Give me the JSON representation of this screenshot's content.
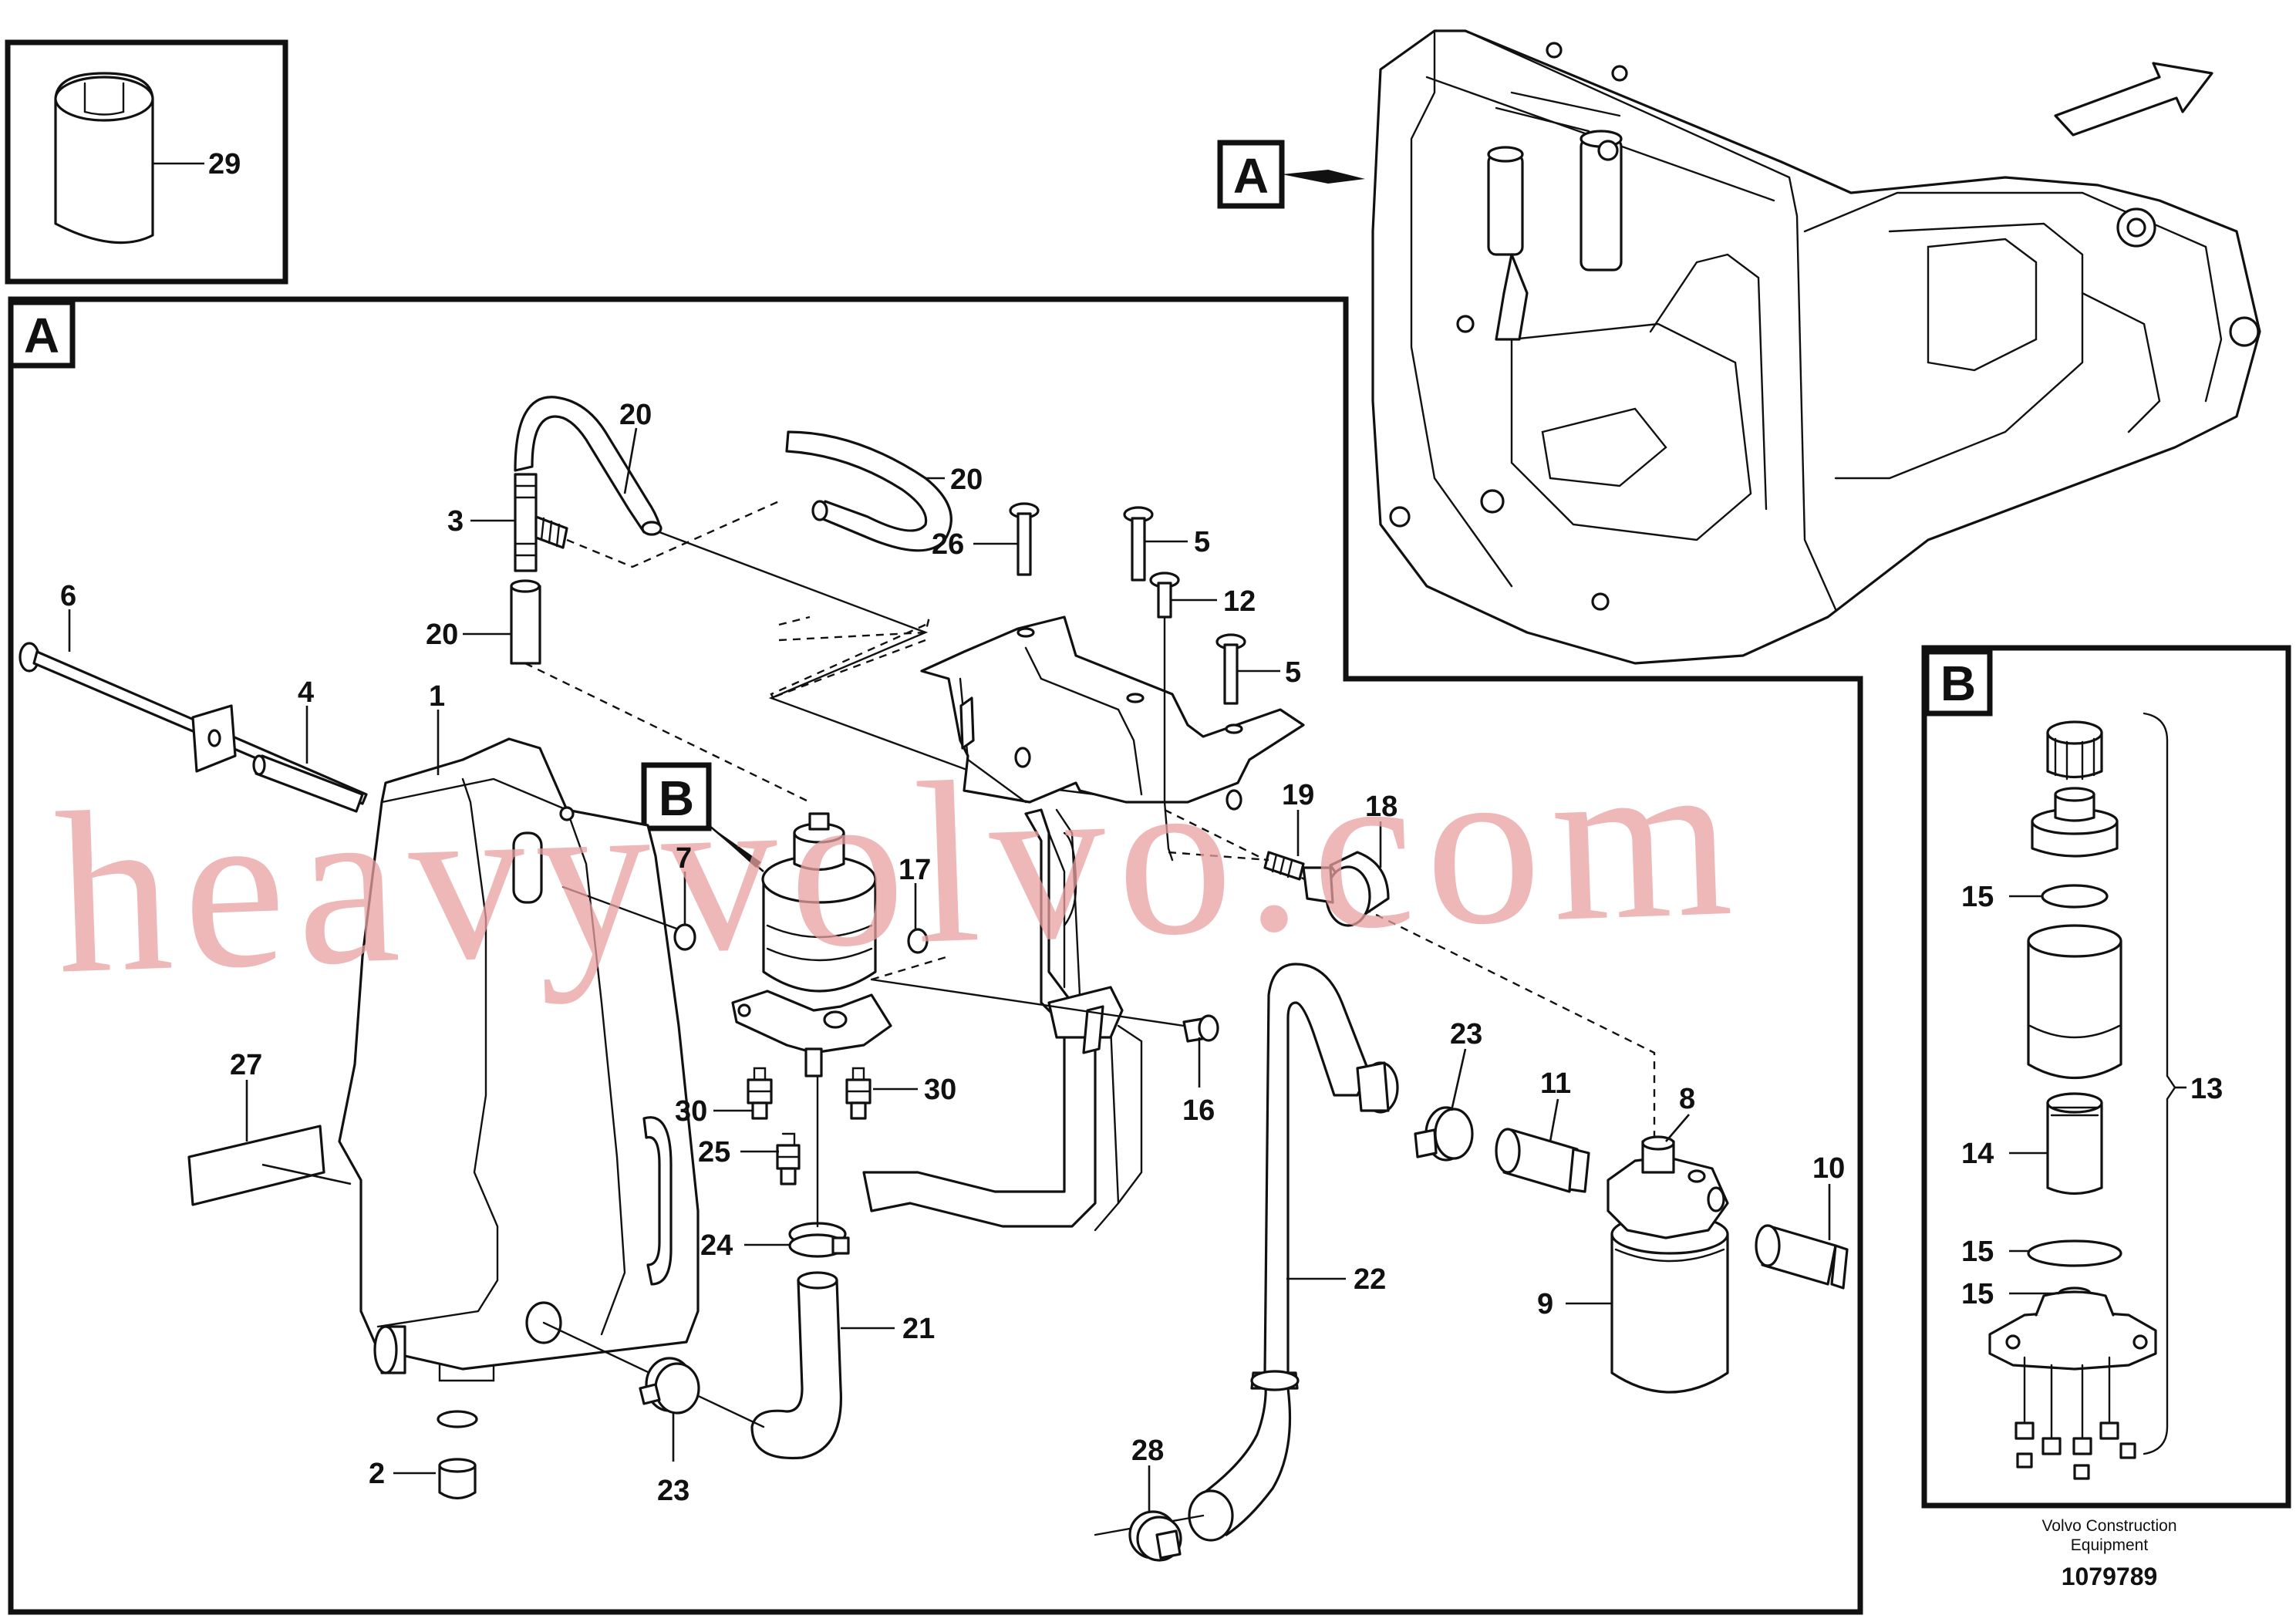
{
  "view_labels": {
    "a_top": "A",
    "a_main": "A",
    "b_main": "B",
    "b_detail": "B"
  },
  "callouts": {
    "c29": "29",
    "c20a": "20",
    "c20b": "20",
    "c20c": "20",
    "c3": "3",
    "c26": "26",
    "c5a": "5",
    "c5b": "5",
    "c12": "12",
    "c6": "6",
    "c4": "4",
    "c1": "1",
    "c7": "7",
    "c17": "17",
    "c19": "19",
    "c18": "18",
    "c27": "27",
    "c30a": "30",
    "c30b": "30",
    "c25": "25",
    "c24": "24",
    "c21": "21",
    "c2": "2",
    "c23a": "23",
    "c23b": "23",
    "c16": "16",
    "c22": "22",
    "c11": "11",
    "c8": "8",
    "c10": "10",
    "c9": "9",
    "c28": "28",
    "c15a": "15",
    "c15b": "15",
    "c15c": "15",
    "c14": "14",
    "c13": "13"
  },
  "watermark": "heavyvolvo.com",
  "footer": {
    "company_line1": "Volvo Construction",
    "company_line2": "Equipment",
    "drawing_number": "1079789"
  }
}
